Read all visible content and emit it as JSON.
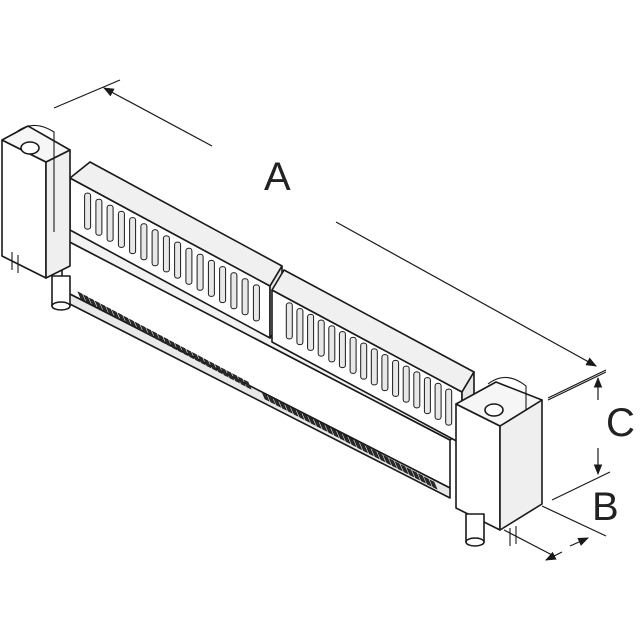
{
  "diagram": {
    "labels": {
      "a": "A",
      "b": "B",
      "c": "C"
    },
    "colors": {
      "line": "#1a1a1a",
      "face_light": "#ffffff",
      "face_shade": "#e8e8e8",
      "pin_dark": "#2a2a2a"
    }
  }
}
